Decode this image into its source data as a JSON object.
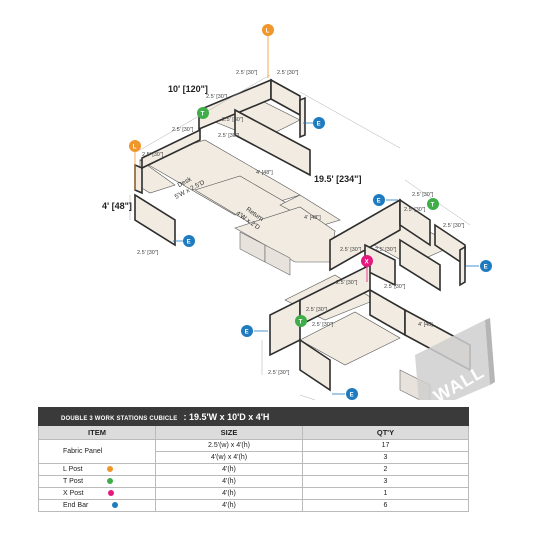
{
  "dimensions": {
    "width_top": "10' [120\"]",
    "length_long": "19.5' [234\"]",
    "height": "4' [48\"]",
    "panel_25": "2.5' [30\"]",
    "panel_4": "4' [48\"]",
    "panel_4b": "4' [48]"
  },
  "desk_label": {
    "line1": "Desk",
    "line2": "5'W x 2.5'D"
  },
  "return_label": {
    "line1": "Return",
    "line2": "4'W x 2'D"
  },
  "badges": {
    "l": "L",
    "t": "T",
    "x": "X",
    "e": "E"
  },
  "wall_label": "WALL",
  "colors": {
    "l_post": "#f0962b",
    "t_post": "#3fae49",
    "x_post": "#e4197d",
    "end_bar": "#1f7bc0",
    "panel": "#f1ebe1"
  },
  "table": {
    "title_left": "DOUBLE 3 WORK STATIONS CUBICLE",
    "title_right": ": 19.5'W x 10'D x 4'H",
    "headers": {
      "item": "ITEM",
      "size": "SIZE",
      "qty": "QT'Y"
    },
    "rows": {
      "fabric_panel": {
        "item": "Fabric Panel",
        "size1": "2.5'(w) x 4'(h)",
        "qty1": "17",
        "size2": "4'(w) x 4'(h)",
        "qty2": "3"
      },
      "l_post": {
        "item": "L Post",
        "size": "4'(h)",
        "qty": "2"
      },
      "t_post": {
        "item": "T Post",
        "size": "4'(h)",
        "qty": "3"
      },
      "x_post": {
        "item": "X Post",
        "size": "4'(h)",
        "qty": "1"
      },
      "end_bar": {
        "item": "End Bar",
        "size": "4'(h)",
        "qty": "6"
      }
    }
  }
}
